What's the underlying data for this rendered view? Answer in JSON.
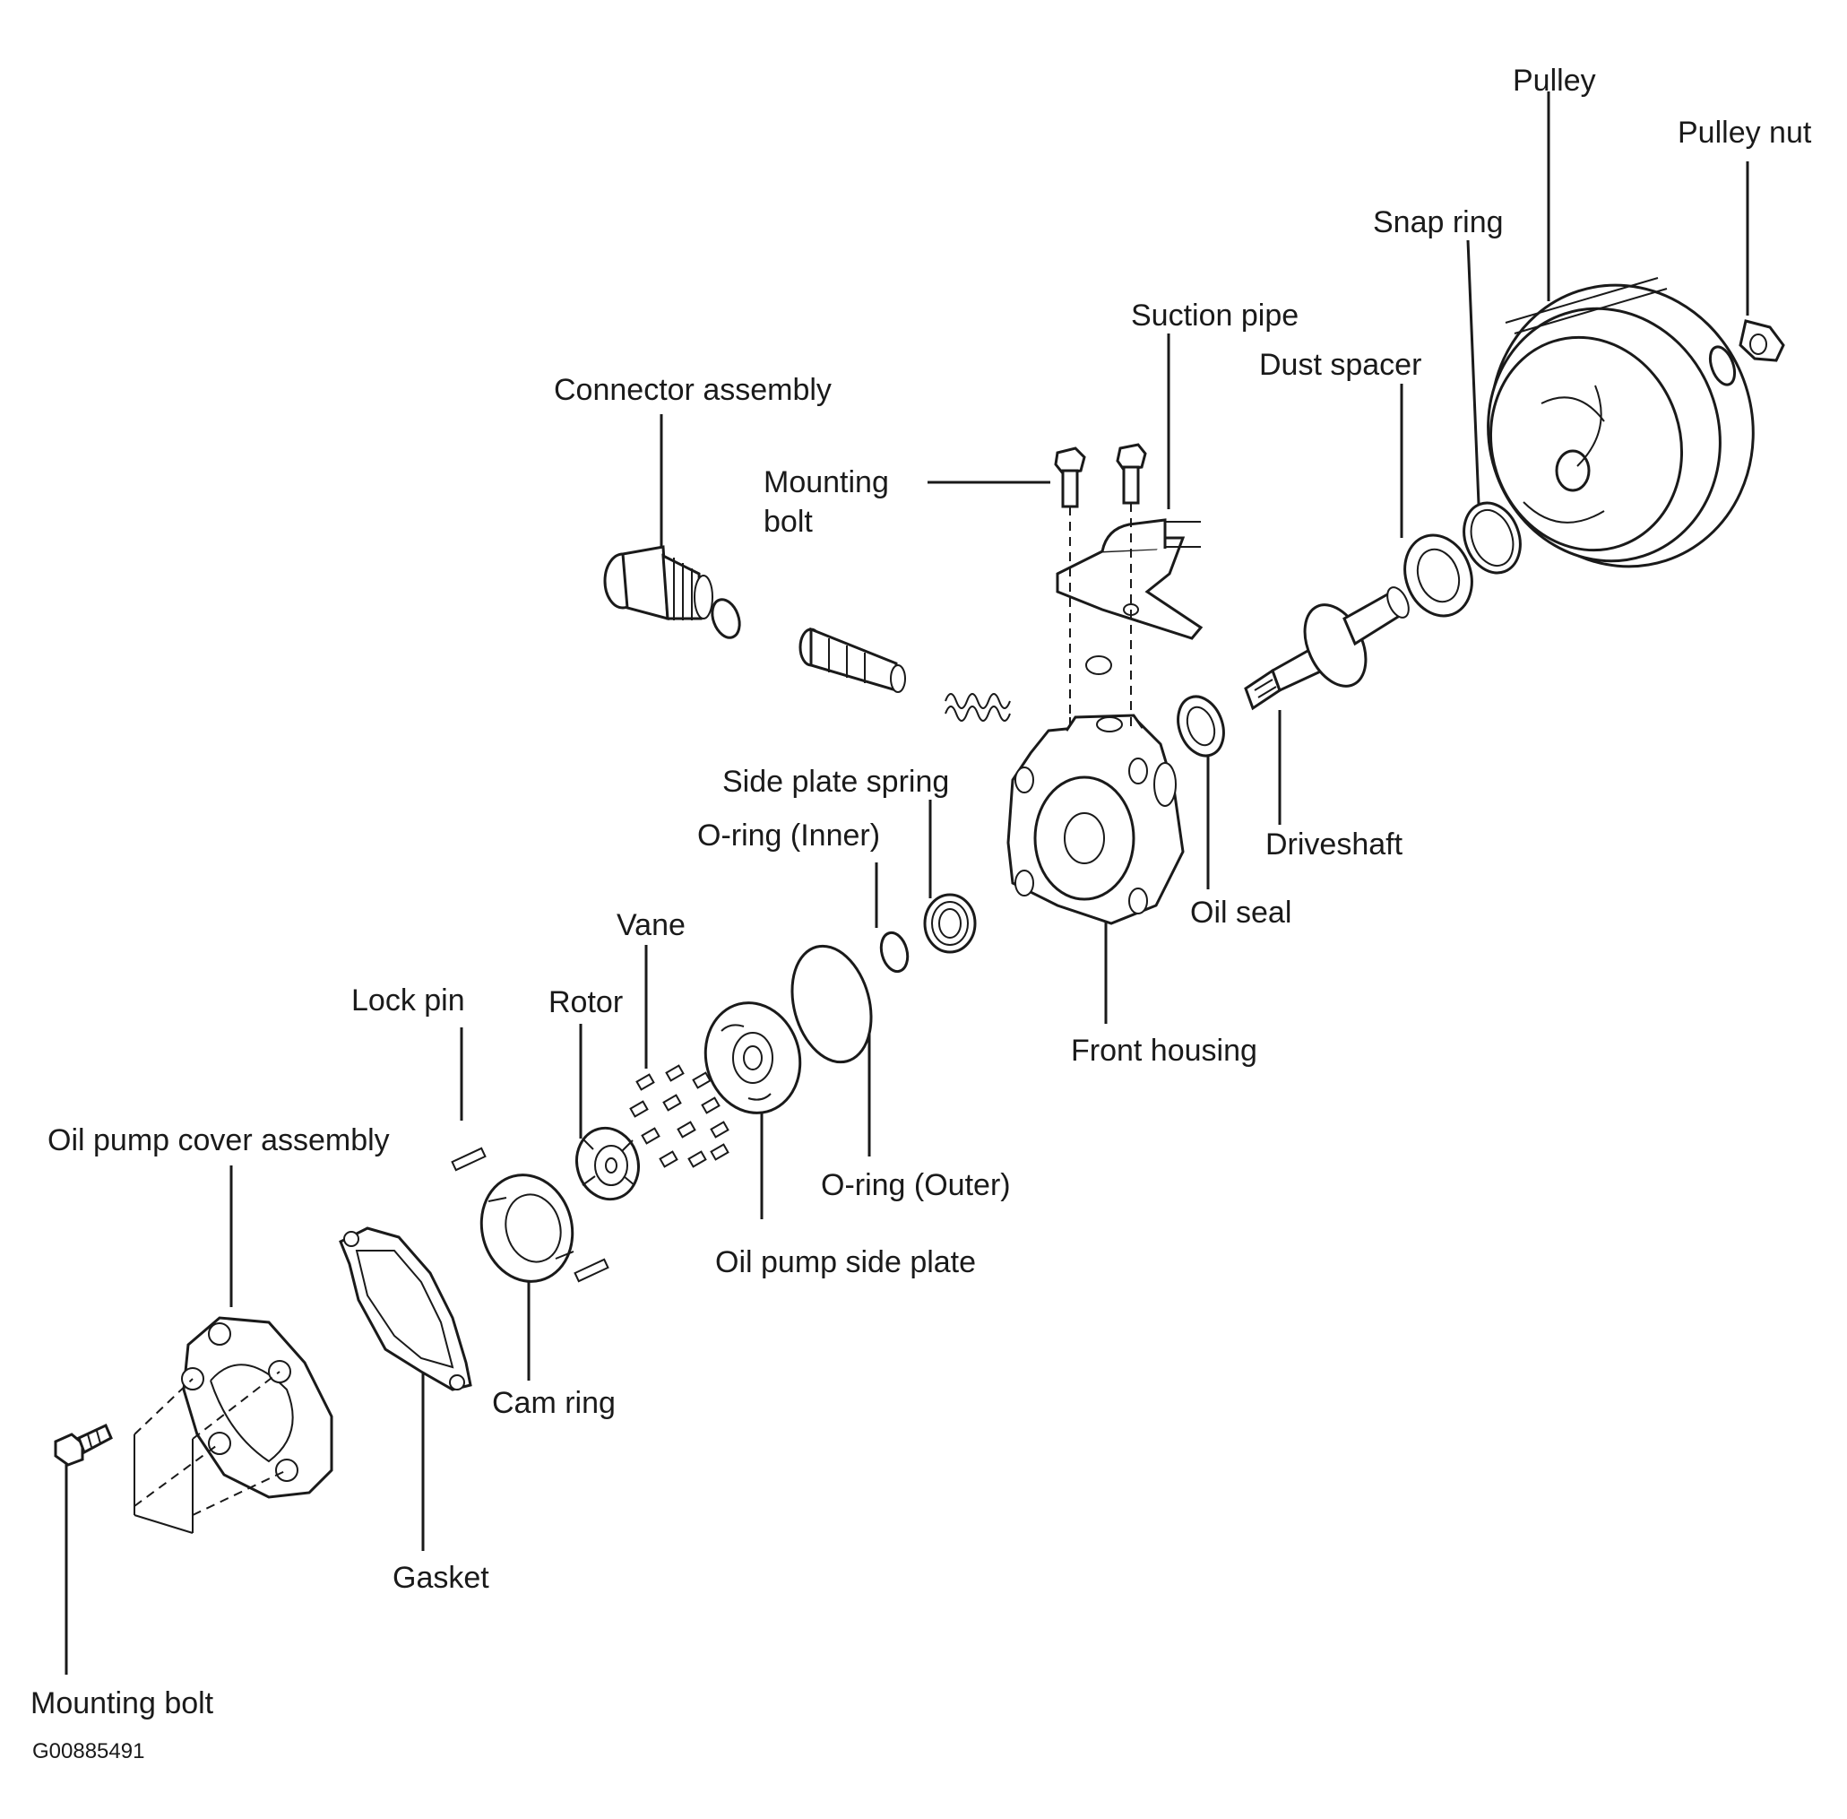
{
  "labels": {
    "pulley": "Pulley",
    "pulley_nut": "Pulley nut",
    "snap_ring": "Snap ring",
    "suction_pipe": "Suction pipe",
    "dust_spacer": "Dust spacer",
    "connector_assembly": "Connector assembly",
    "mounting_bolt_top_1": "Mounting",
    "mounting_bolt_top_2": "bolt",
    "side_plate_spring": "Side plate spring",
    "o_ring_inner": "O-ring (Inner)",
    "driveshaft": "Driveshaft",
    "oil_seal": "Oil seal",
    "vane": "Vane",
    "lock_pin": "Lock pin",
    "rotor": "Rotor",
    "front_housing": "Front housing",
    "oil_pump_cover_assembly": "Oil pump cover assembly",
    "o_ring_outer": "O-ring (Outer)",
    "oil_pump_side_plate": "Oil pump side plate",
    "cam_ring": "Cam ring",
    "gasket": "Gasket",
    "mounting_bolt_bottom": "Mounting bolt"
  },
  "figure_code": "G00885491"
}
